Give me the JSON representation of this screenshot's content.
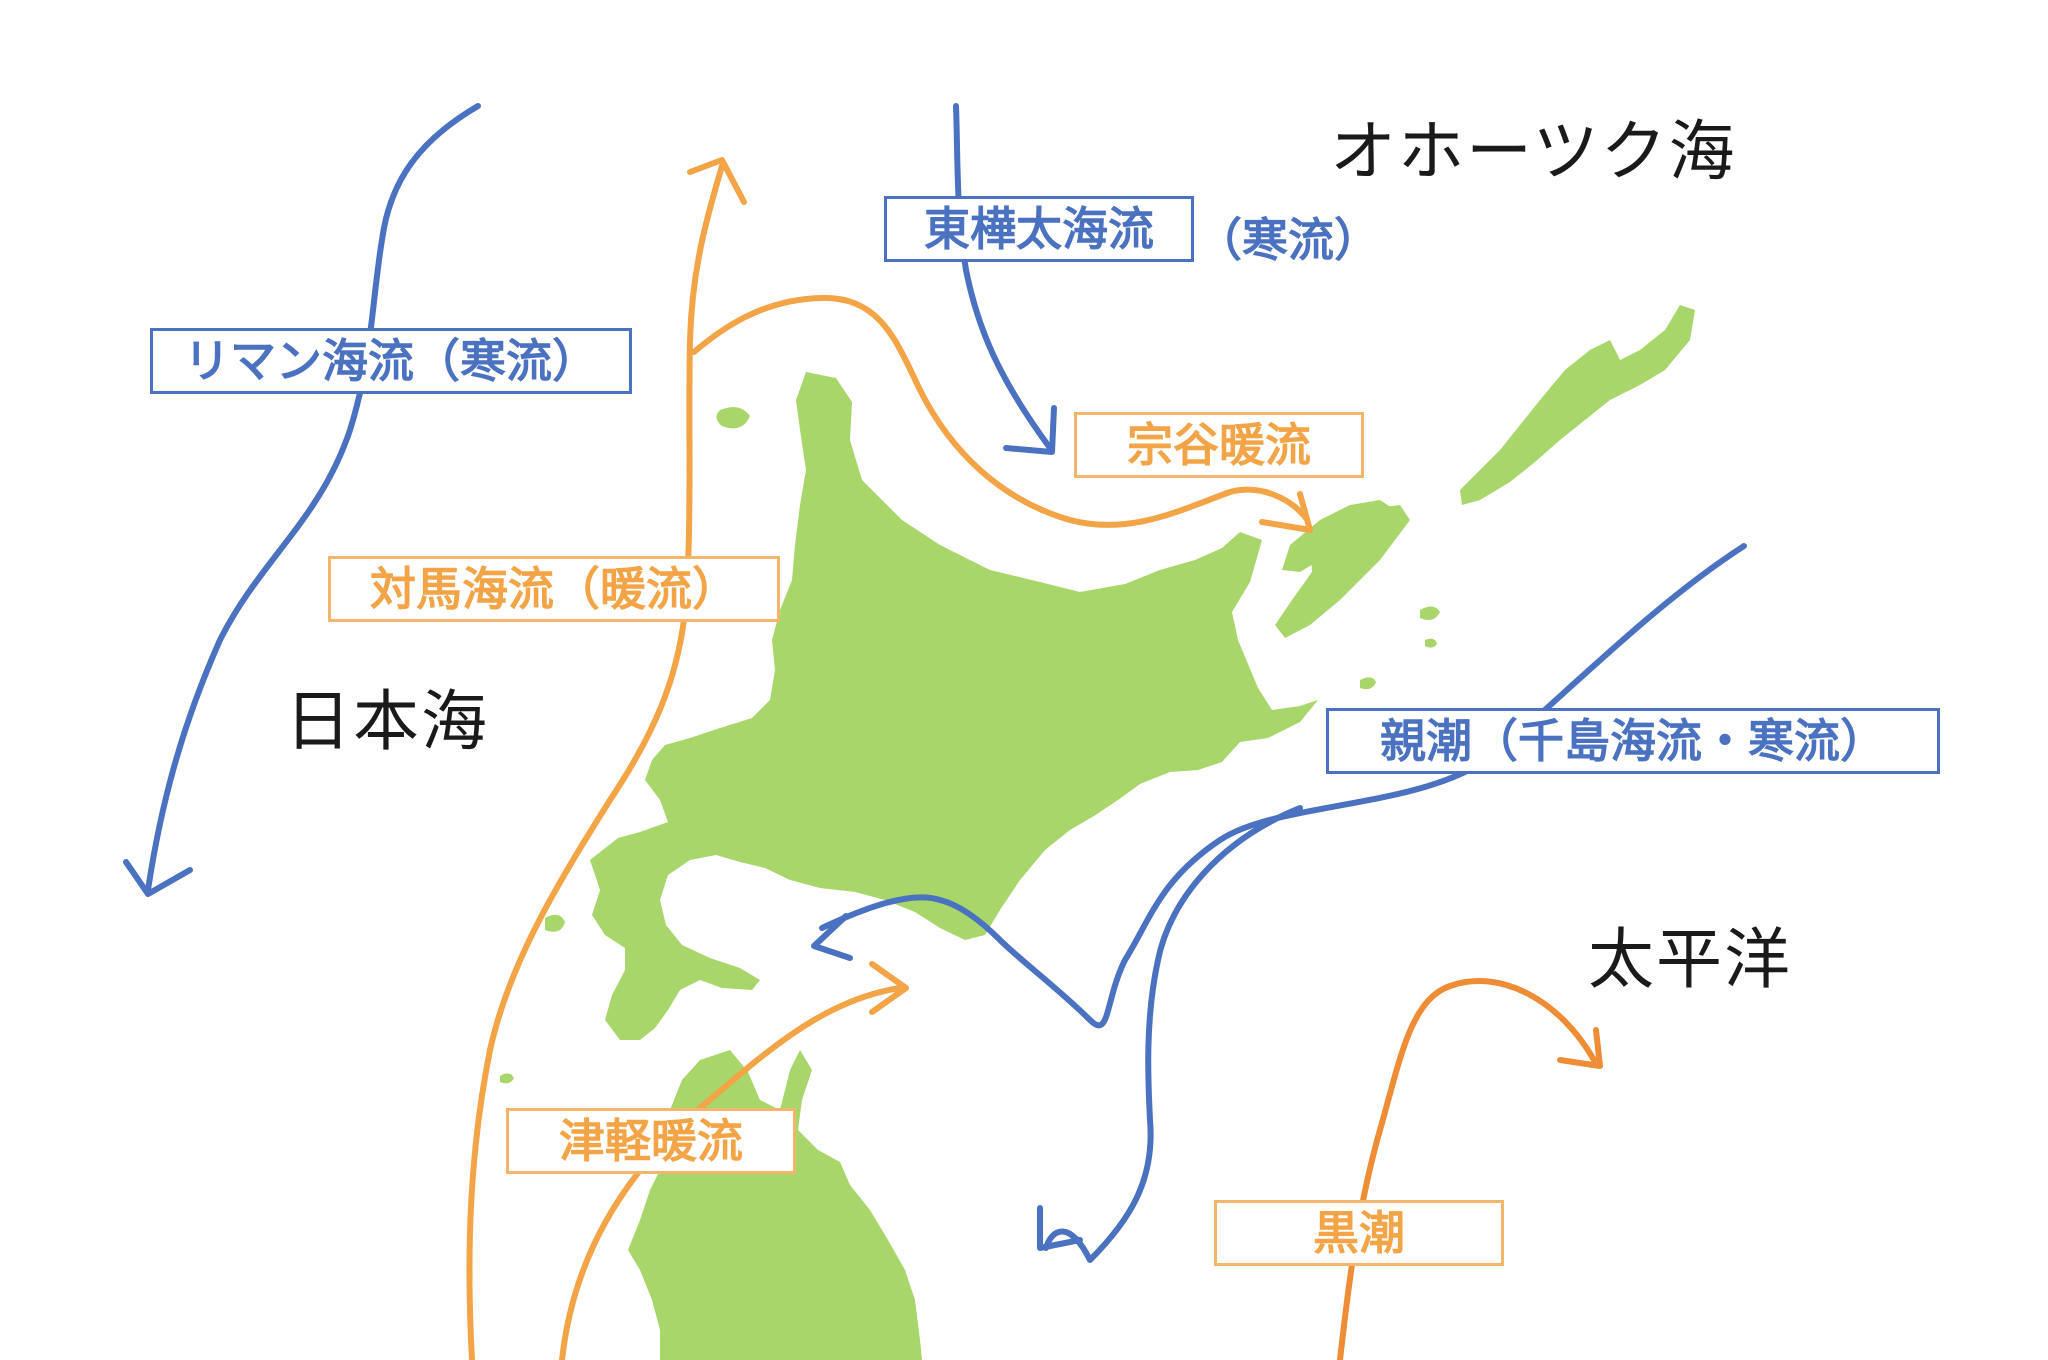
{
  "colors": {
    "land": "#a9d66a",
    "land_shade": "#9ccb5c",
    "cold_current": "#4a72c0",
    "warm_current": "#f2a446",
    "warm_current_dark": "#ef8c36",
    "text": "#1a1a1a"
  },
  "seas": {
    "okhotsk": "オホーツク海",
    "japan": "日本海",
    "pacific": "太平洋"
  },
  "currents": {
    "liman": {
      "label": "リマン海流（寒流）",
      "type": "cold"
    },
    "east_sakhalin": {
      "label": "東樺太海流",
      "suffix": "（寒流）",
      "type": "cold"
    },
    "soya": {
      "label": "宗谷暖流",
      "type": "warm"
    },
    "tsushima": {
      "label": "対馬海流（暖流）",
      "type": "warm"
    },
    "oyashio": {
      "label": "親潮（千島海流・寒流）",
      "type": "cold"
    },
    "tsugaru": {
      "label": "津軽暖流",
      "type": "warm"
    },
    "kuroshio": {
      "label": "黒潮",
      "type": "warm"
    }
  }
}
